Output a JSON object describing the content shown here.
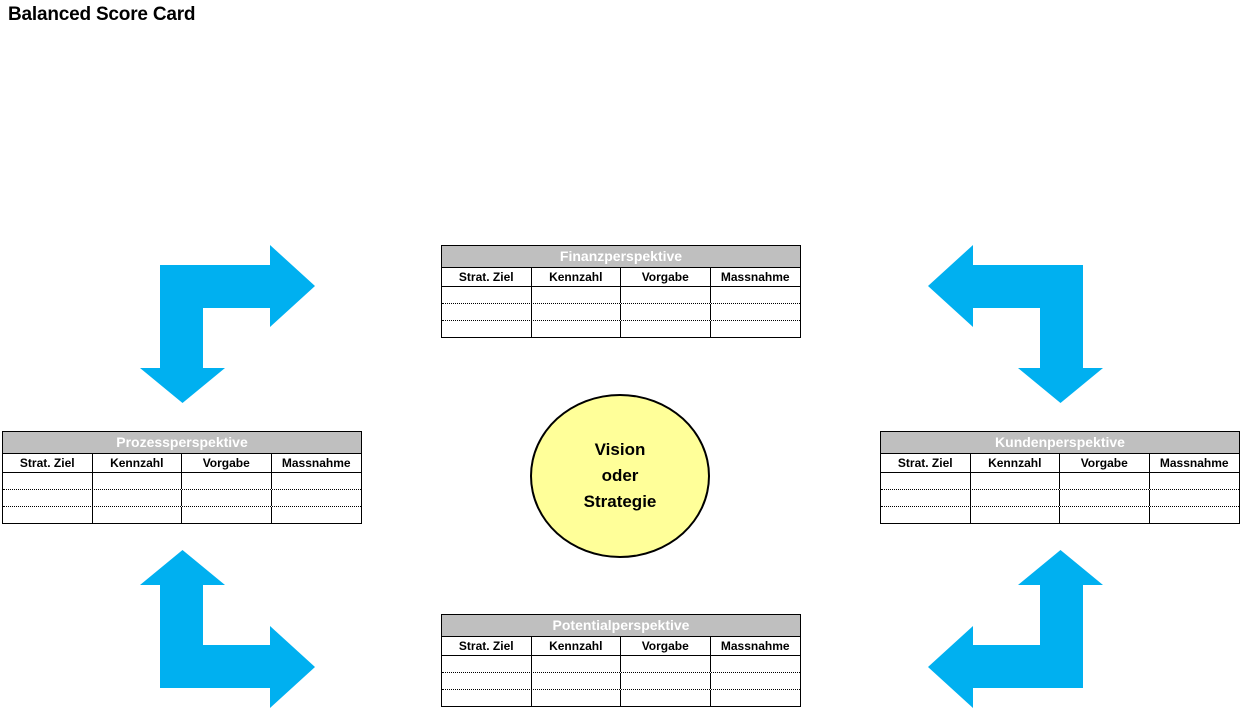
{
  "page": {
    "title": "Balanced Score Card"
  },
  "colors": {
    "arrow": "#00B0F0",
    "table_title_bg": "#BFBFBF",
    "table_title_text": "#FFFFFF",
    "circle_fill": "#FFFF99",
    "border": "#000000",
    "background": "#FFFFFF"
  },
  "tables": [
    {
      "title": "Finanzperspektive",
      "columns": [
        "Strat. Ziel",
        "Kennzahl",
        "Vorgabe",
        "Massnahme"
      ],
      "empty_rows": 3
    },
    {
      "title": "Prozessperspektive",
      "columns": [
        "Strat. Ziel",
        "Kennzahl",
        "Vorgabe",
        "Massnahme"
      ],
      "empty_rows": 3
    },
    {
      "title": "Kundenperspektive",
      "columns": [
        "Strat. Ziel",
        "Kennzahl",
        "Vorgabe",
        "Massnahme"
      ],
      "empty_rows": 3
    },
    {
      "title": "Potentialperspektive",
      "columns": [
        "Strat. Ziel",
        "Kennzahl",
        "Vorgabe",
        "Massnahme"
      ],
      "empty_rows": 3
    }
  ],
  "center_circle": {
    "line1": "Vision",
    "line2": "oder",
    "line3": "Strategie"
  },
  "arrows": [
    {
      "name": "bent-arrow-top-left",
      "heads": [
        "right",
        "down"
      ]
    },
    {
      "name": "bent-arrow-top-right",
      "heads": [
        "left",
        "down"
      ]
    },
    {
      "name": "bent-arrow-bottom-left",
      "heads": [
        "up",
        "right"
      ]
    },
    {
      "name": "bent-arrow-bottom-right",
      "heads": [
        "up",
        "left"
      ]
    }
  ]
}
